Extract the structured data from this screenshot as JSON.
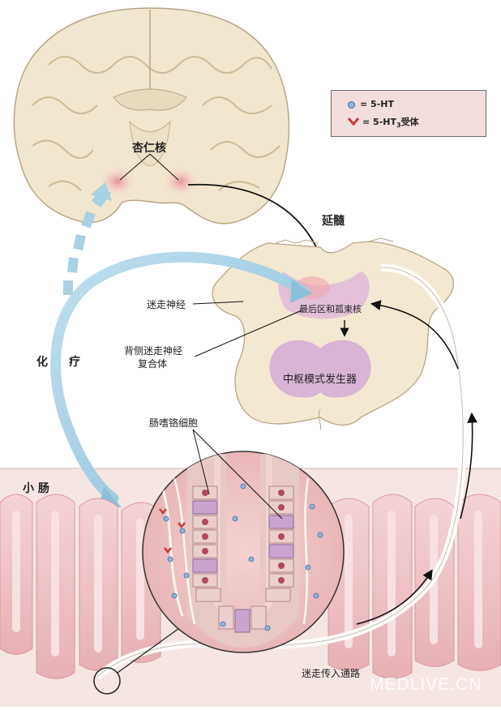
{
  "legend": {
    "serotonin_label": "= 5-HT",
    "receptor_prefix": "= 5-HT",
    "receptor_sub": "3",
    "receptor_suffix": "受体"
  },
  "labels": {
    "amygdala": "杏仁核",
    "medulla": "延髓",
    "vagus_nerve": "迷走神经",
    "area_postrema": "最后区和孤束核",
    "dorsal_vagal_complex_line1": "背侧迷走神经",
    "dorsal_vagal_complex_line2": "复合体",
    "central_pattern_generator": "中枢模式发生器",
    "chemotherapy_char1": "化",
    "chemotherapy_char2": "疗",
    "enterochromaffin_cells": "肠嗜铬细胞",
    "small_intestine": "小 肠",
    "vagal_afferent": "迷走传入通路",
    "watermark": "MEDLIVE.CN"
  },
  "colors": {
    "brain_tissue": "#f1e6cf",
    "brain_outline": "#b8a586",
    "amygdala_highlight": "#f0b8bd",
    "intestine_pink": "#e6a8ae",
    "chemo_arrow": "#a9d0e3",
    "medulla_region": "#d9b6d6",
    "background_panel": "#f6eceb"
  }
}
